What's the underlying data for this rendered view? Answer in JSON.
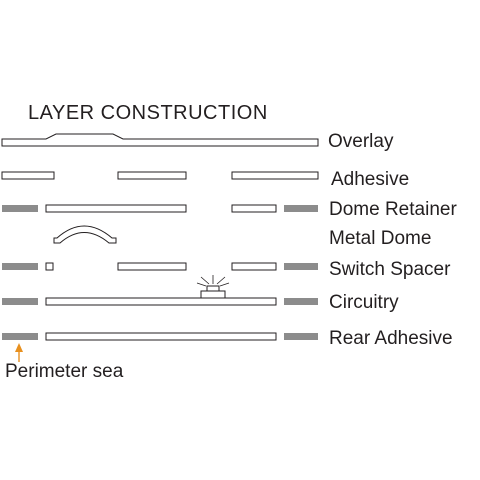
{
  "title": "LAYER CONSTRUCTION",
  "layers": [
    {
      "id": "overlay",
      "label": "Overlay"
    },
    {
      "id": "adhesive",
      "label": "Adhesive"
    },
    {
      "id": "dome-retainer",
      "label": "Dome Retainer"
    },
    {
      "id": "metal-dome",
      "label": "Metal Dome"
    },
    {
      "id": "switch-spacer",
      "label": "Switch Spacer"
    },
    {
      "id": "circuitry",
      "label": "Circuitry"
    },
    {
      "id": "rear-adhesive",
      "label": "Rear Adhesive"
    }
  ],
  "callout": {
    "label": "Perimeter sea"
  },
  "colors": {
    "text": "#231f20",
    "outline": "#231f20",
    "seal": "#8c8c8c",
    "arrow": "#e8901e",
    "background": "#ffffff"
  }
}
